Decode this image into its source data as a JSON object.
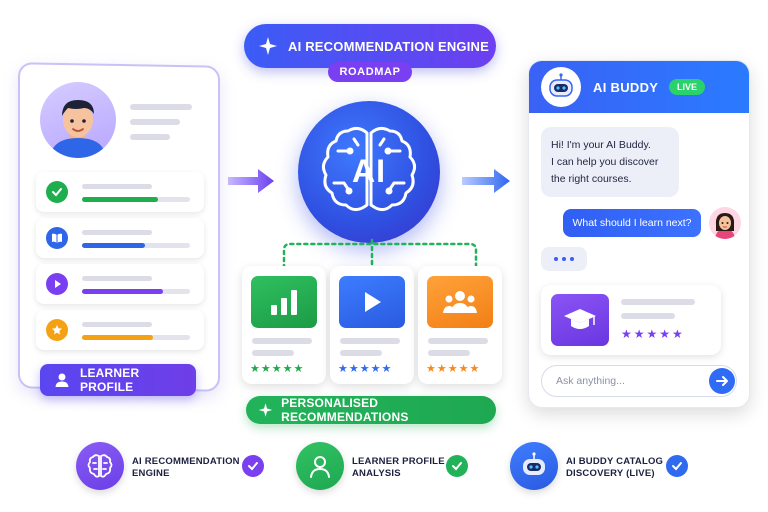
{
  "header": {
    "title": "AI RECOMMENDATION ENGINE",
    "subtitle": "ROADMAP"
  },
  "learner_profile": {
    "label": "LEARNER PROFILE",
    "progress": [
      {
        "icon": "check-icon",
        "color": "#1fae4e",
        "fill": 0.7
      },
      {
        "icon": "book-icon",
        "color": "#2f66e8",
        "fill": 0.58
      },
      {
        "icon": "play-icon",
        "color": "#7a3ff0",
        "fill": 0.75
      },
      {
        "icon": "star-icon",
        "color": "#f4a214",
        "fill": 0.66
      }
    ]
  },
  "brain": {
    "label": "AI"
  },
  "recommendations": {
    "label": "PERSONALISED RECOMMENDATIONS",
    "cards": [
      {
        "icon": "bar-chart-icon",
        "color": "#22a94b",
        "star_color": "#22a94b",
        "stars": "★★★★★"
      },
      {
        "icon": "play-icon",
        "color": "#2f6bf0",
        "star_color": "#2f6bf0",
        "stars": "★★★★★"
      },
      {
        "icon": "group-icon",
        "color": "#f58a1f",
        "star_color": "#f58a1f",
        "stars": "★★★★★"
      }
    ]
  },
  "chat": {
    "name": "AI BUDDY",
    "status": "LIVE",
    "bot_message": [
      "Hi! I'm your AI Buddy.",
      "I can help you discover",
      "the right courses."
    ],
    "user_message": "What should I learn next?",
    "course_stars": "★★★★★",
    "input_placeholder": "Ask anything..."
  },
  "features": [
    {
      "line1": "AI RECOMMENDATION",
      "line2": "ENGINE",
      "icon": "brain-icon"
    },
    {
      "line1": "LEARNER PROFILE",
      "line2": "ANALYSIS",
      "icon": "person-icon"
    },
    {
      "line1": "AI BUDDY CATALOG",
      "line2": "DISCOVERY (LIVE)",
      "icon": "robot-icon"
    }
  ],
  "colors": {
    "primary_blue": "#3b5cf6",
    "purple": "#7a3ff0",
    "green": "#22b35a",
    "orange": "#f58a1f"
  }
}
